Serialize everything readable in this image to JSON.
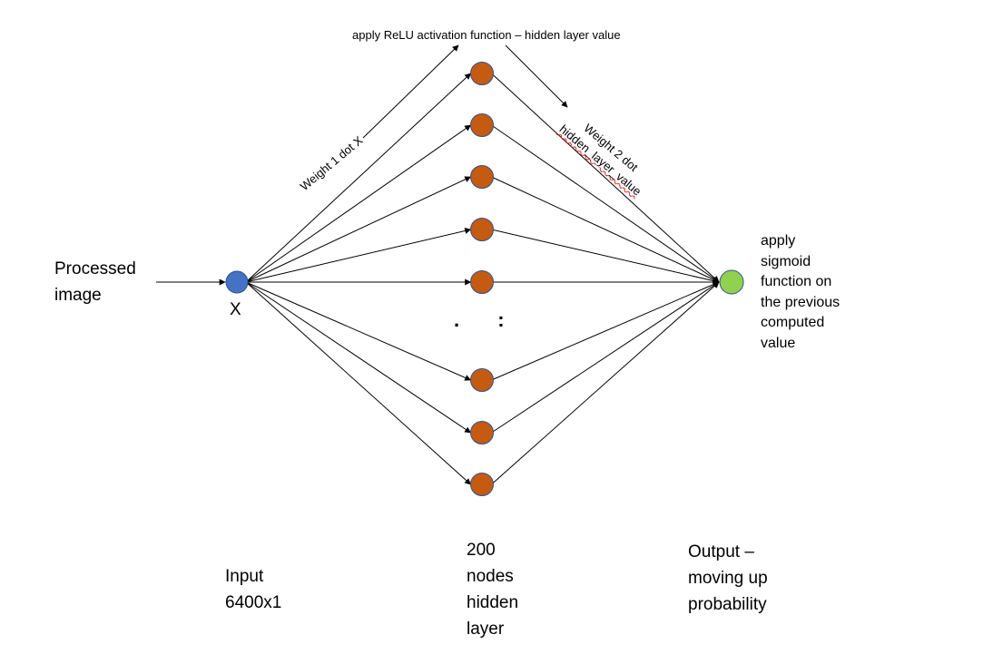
{
  "input_text": "Processed image",
  "input_text_lines": [
    "Processed",
    "image"
  ],
  "input_node_label": "X",
  "top_annotation": "apply ReLU activation function – hidden layer value",
  "weight1_label": "Weight 1 dot X",
  "weight2_line1": "Weight 2 dot",
  "weight2_line2": "hidden_layer_value",
  "ellipsis": ". :",
  "sigmoid_lines": [
    "apply",
    "sigmoid",
    "function on",
    "the previous",
    "computed",
    "value"
  ],
  "input_layer_lines": [
    "Input",
    "6400x1"
  ],
  "hidden_layer_lines": [
    "200",
    "nodes",
    "hidden",
    "layer"
  ],
  "output_layer_lines": [
    "Output –",
    "moving up",
    "probability"
  ],
  "colors": {
    "input_node": "#4472C4",
    "hidden_node": "#C55A11",
    "output_node": "#92D050",
    "node_stroke": "#2F528F"
  },
  "hidden_node_count_shown": 8
}
